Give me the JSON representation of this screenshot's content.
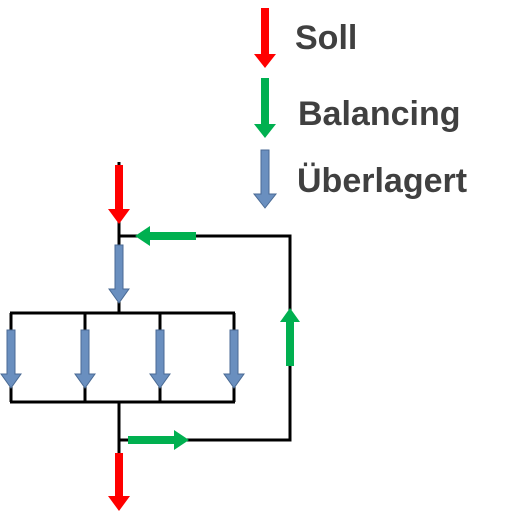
{
  "legend": {
    "soll": {
      "label": "Soll",
      "color": "#ff0000"
    },
    "balancing": {
      "label": "Balancing",
      "color": "#00b050"
    },
    "ueberlagert": {
      "label": "Überlagert",
      "color": "#6a8fbf",
      "outline": "#4a6a94"
    }
  },
  "colors": {
    "lines": "#000000",
    "text": "#404040"
  }
}
